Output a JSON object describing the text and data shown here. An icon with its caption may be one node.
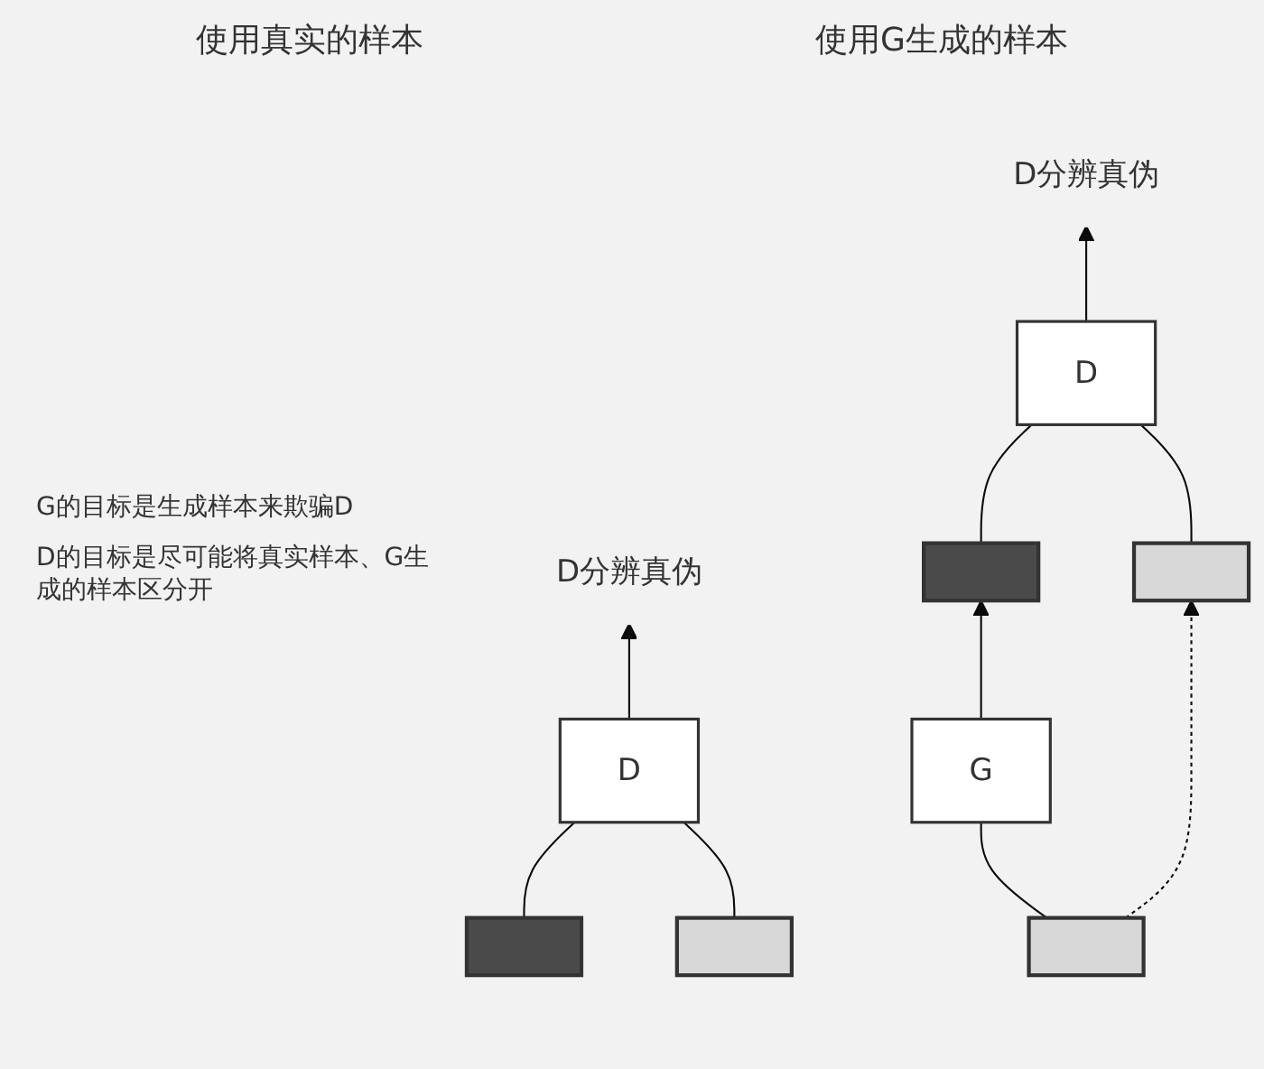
{
  "diagram": {
    "nodes": [
      {
        "text": [
          "D"
        ]
      },
      {
        "text": [
          "D分辨真伪"
        ]
      },
      {
        "text": [],
        "shape": "box"
      },
      {
        "text": [],
        "shape": "box"
      },
      {
        "text": [
          "D"
        ]
      },
      {
        "text": [
          "D分辨真伪"
        ]
      },
      {
        "text": [],
        "shape": "box"
      },
      {
        "text": [],
        "shape": "box"
      },
      {
        "text": [
          "G"
        ]
      },
      {
        "text": [],
        "shape": "box"
      }
    ],
    "edges": [
      {
        "from": 0,
        "to": 1,
        "arrow": "to"
      },
      {
        "from": 2,
        "to": 0,
        "arrow": "none"
      },
      {
        "from": 3,
        "to": 0,
        "arrow": "none"
      },
      {
        "from": 4,
        "to": 5,
        "arrow": "to"
      },
      {
        "from": 6,
        "to": 4,
        "arrow": "none"
      },
      {
        "from": 7,
        "to": 4,
        "arrow": "none"
      },
      {
        "from": 8,
        "to": 6,
        "arrow": "to"
      },
      {
        "from": 9,
        "to": 8,
        "arrow": "none"
      },
      {
        "from": 9,
        "to": 7,
        "arrow": "to",
        "style": "dashed"
      }
    ],
    "labels": [
      "使用真实的样本",
      "使用G生成的样本",
      "G的目标是生成样本来欺骗D",
      "D的目标是尽可能将真实样本、G生成的样本区分开"
    ]
  }
}
